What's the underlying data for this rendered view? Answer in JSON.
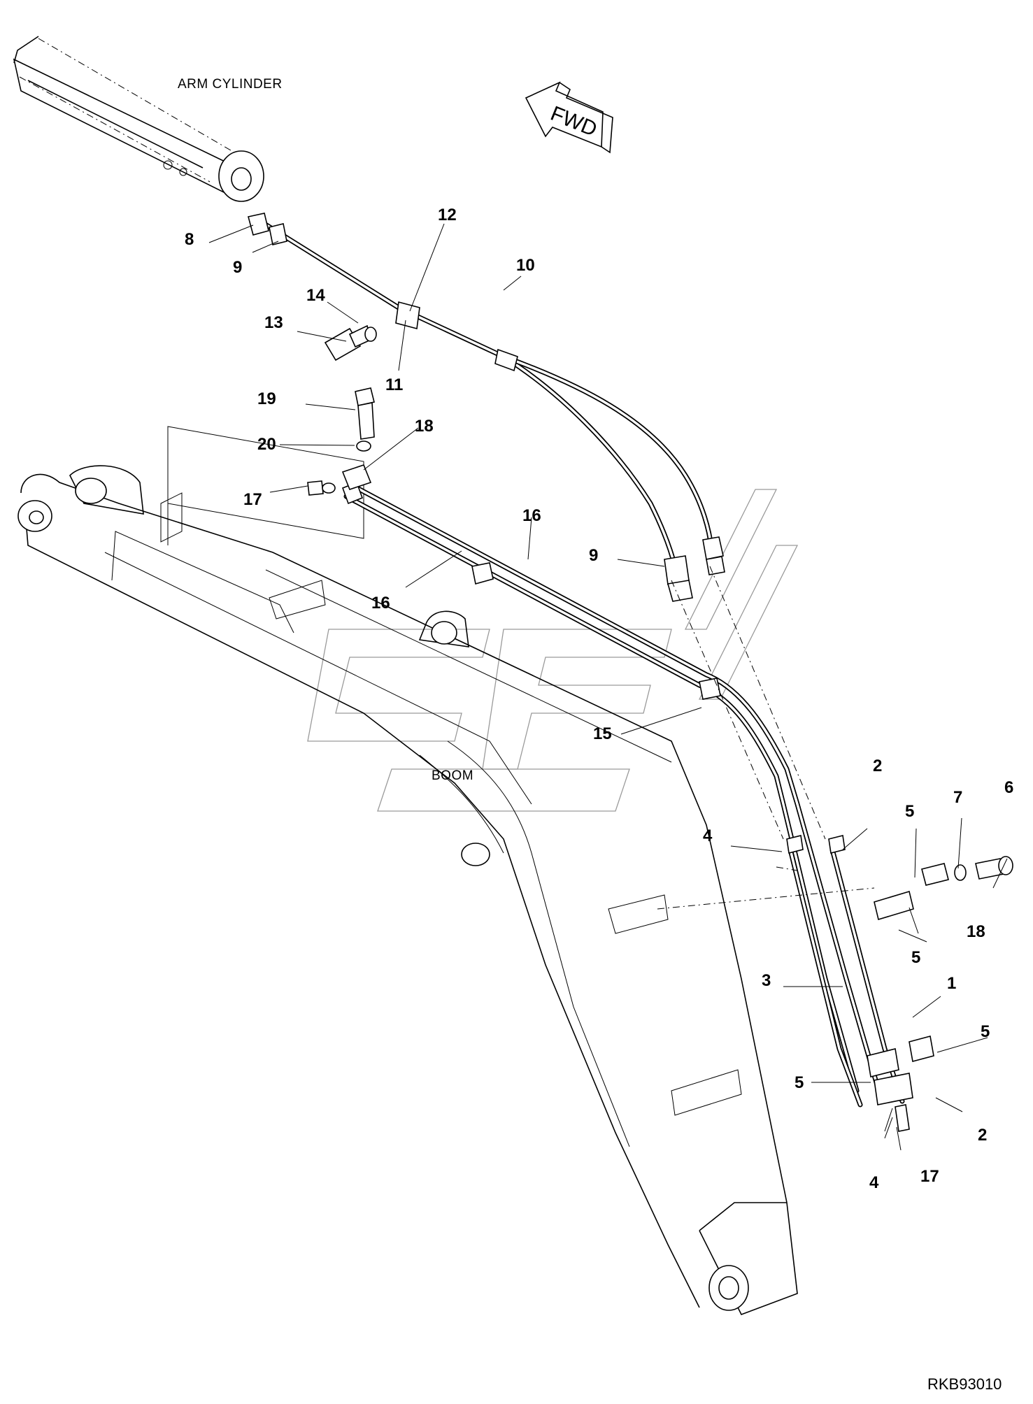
{
  "captions": {
    "arm_cylinder": "ARM CYLINDER",
    "boom": "BOOM",
    "fwd": "FWD",
    "reference": "RKB93010"
  },
  "callouts": [
    {
      "id": "c1",
      "text": "1"
    },
    {
      "id": "c2a",
      "text": "2"
    },
    {
      "id": "c2b",
      "text": "2"
    },
    {
      "id": "c3",
      "text": "3"
    },
    {
      "id": "c4a",
      "text": "4"
    },
    {
      "id": "c4b",
      "text": "4"
    },
    {
      "id": "c5a",
      "text": "5"
    },
    {
      "id": "c5b",
      "text": "5"
    },
    {
      "id": "c5c",
      "text": "5"
    },
    {
      "id": "c5d",
      "text": "5"
    },
    {
      "id": "c6",
      "text": "6"
    },
    {
      "id": "c7",
      "text": "7"
    },
    {
      "id": "c8",
      "text": "8"
    },
    {
      "id": "c9a",
      "text": "9"
    },
    {
      "id": "c9b",
      "text": "9"
    },
    {
      "id": "c10",
      "text": "10"
    },
    {
      "id": "c11",
      "text": "11"
    },
    {
      "id": "c12",
      "text": "12"
    },
    {
      "id": "c13",
      "text": "13"
    },
    {
      "id": "c14",
      "text": "14"
    },
    {
      "id": "c15",
      "text": "15"
    },
    {
      "id": "c16a",
      "text": "16"
    },
    {
      "id": "c16b",
      "text": "16"
    },
    {
      "id": "c17a",
      "text": "17"
    },
    {
      "id": "c17b",
      "text": "17"
    },
    {
      "id": "c18a",
      "text": "18"
    },
    {
      "id": "c18b",
      "text": "18"
    },
    {
      "id": "c19",
      "text": "19"
    },
    {
      "id": "c20",
      "text": "20"
    }
  ]
}
